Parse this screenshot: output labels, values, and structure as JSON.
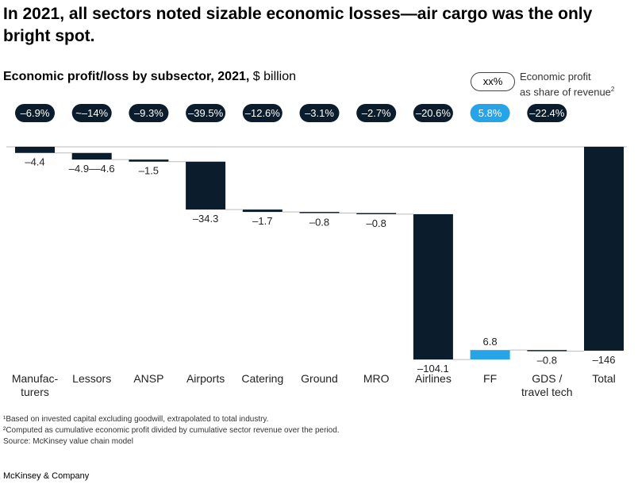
{
  "header": {
    "title": "In 2021, all sectors noted sizable economic losses—air cargo was the only bright spot.",
    "subtitle_bold": "Economic profit/loss by subsector, 2021,",
    "subtitle_unit": " $ billion"
  },
  "legend": {
    "pill_label": "xx%",
    "line1": "Economic profit",
    "line2": "as share of revenue",
    "line2_sup": "2"
  },
  "colors": {
    "dark": "#0b1c2c",
    "highlight": "#27a4e8",
    "axis": "#bbbbbb",
    "pill_text": "#ffffff"
  },
  "chart_data": {
    "type": "bar",
    "subtype": "waterfall",
    "categories": [
      "Manufac-\nturers",
      "Lessors",
      "ANSP",
      "Airports",
      "Catering",
      "Ground",
      "MRO",
      "Airlines",
      "FF",
      "GDS /\ntravel tech",
      "Total"
    ],
    "values": [
      -4.4,
      -4.75,
      -1.5,
      -34.3,
      -1.7,
      -0.8,
      -0.8,
      -104.1,
      6.8,
      -0.8,
      -146
    ],
    "value_labels": [
      "–4.4",
      "–4.9––4.6",
      "–1.5",
      "–34.3",
      "–1.7",
      "–0.8",
      "–0.8",
      "–104.1",
      "6.8",
      "–0.8",
      "–146"
    ],
    "share_of_revenue": [
      "–6.9%",
      "~–14%",
      "–9.3%",
      "–39.5%",
      "–12.6%",
      "–3.1%",
      "–2.7%",
      "–20.6%",
      "5.8%",
      "–22.4%"
    ],
    "highlight_index": 8,
    "total_index": 10,
    "ylim": [
      -150,
      0
    ],
    "grid": false
  },
  "footnotes": [
    "¹Based on invested capital excluding goodwill, extrapolated to total industry.",
    "²Computed as cumulative economic profit divided by cumulative sector revenue over the period.",
    " Source: McKinsey value chain model"
  ],
  "brand": "McKinsey & Company"
}
